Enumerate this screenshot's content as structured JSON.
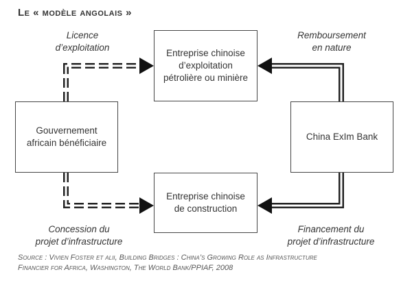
{
  "title": "Le « modèle angolais »",
  "boxes": {
    "gouvernement": "Gouvernement\nafricain bénéficiaire",
    "exploitation": "Entreprise chinoise\nd’exploitation\npétrolière ou minière",
    "construction": "Entreprise chinoise\nde construction",
    "bank": "China ExIm Bank"
  },
  "labels": {
    "licence": "Licence\nd’exploitation",
    "concession": "Concession du\nprojet d’infrastructure",
    "remboursement": "Remboursement\nen nature",
    "financement": "Financement du\nprojet d’infrastructure"
  },
  "source": {
    "line1": "Source : Vivien Foster et alii, Building Bridges : China’s Growing Role as Infrastructure",
    "line2": "Financier for Africa, Washington, The World Bank/PPIAF, 2008"
  }
}
